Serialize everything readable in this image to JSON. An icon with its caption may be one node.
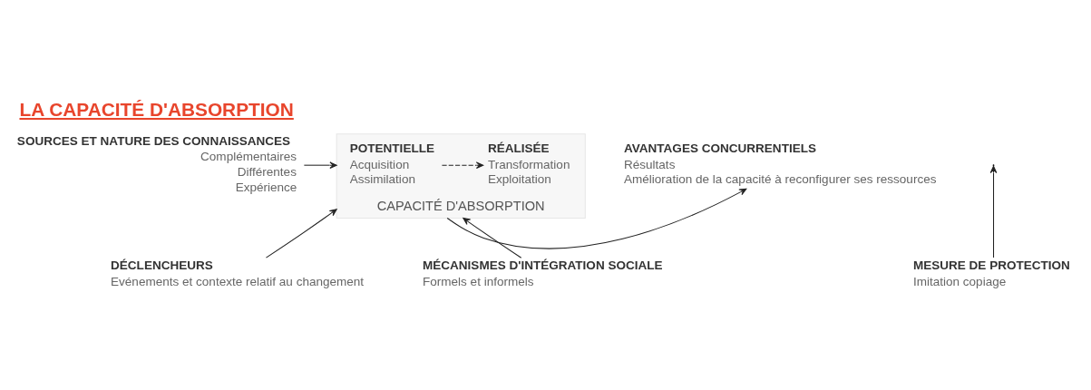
{
  "diagram": {
    "title": "LA CAPACITÉ D'ABSORPTION",
    "nodes": [
      {
        "text": [
          "SOURCES ET NATURE DES CONNAISSANCES",
          "Complémentaires",
          "Différentes",
          "Expérience"
        ]
      },
      {
        "text": [
          "CAPACITÉ D'ABSORPTION"
        ]
      },
      {
        "text": [
          "POTENTIELLE",
          "Acquisition",
          "Assimilation"
        ],
        "in": 1
      },
      {
        "text": [
          "RÉALISÉE",
          "Transformation",
          "Exploitation"
        ],
        "in": 1
      },
      {
        "text": [
          "AVANTAGES CONCURRENTIELS",
          "Résultats",
          "Amélioration de la capacité à reconfigurer ses ressources"
        ]
      },
      {
        "text": [
          "DÉCLENCHEURS",
          "Evénements et contexte relatif au changement"
        ]
      },
      {
        "text": [
          "MÉCANISMES D'INTÉGRATION SOCIALE",
          "Formels et informels"
        ]
      },
      {
        "text": [
          "MESURE DE PROTECTION",
          "Imitation copiage"
        ]
      }
    ],
    "edges": [
      {
        "from": 0,
        "to": 1,
        "arrow": "to"
      },
      {
        "from": 2,
        "to": 3,
        "arrow": "to",
        "style": "dashed"
      },
      {
        "from": 1,
        "to": 4,
        "arrow": "to"
      },
      {
        "from": 5,
        "to": 1,
        "arrow": "to"
      },
      {
        "from": 6,
        "to": 1,
        "arrow": "to"
      },
      {
        "from": 7,
        "to": null,
        "arrow": "to"
      }
    ]
  }
}
